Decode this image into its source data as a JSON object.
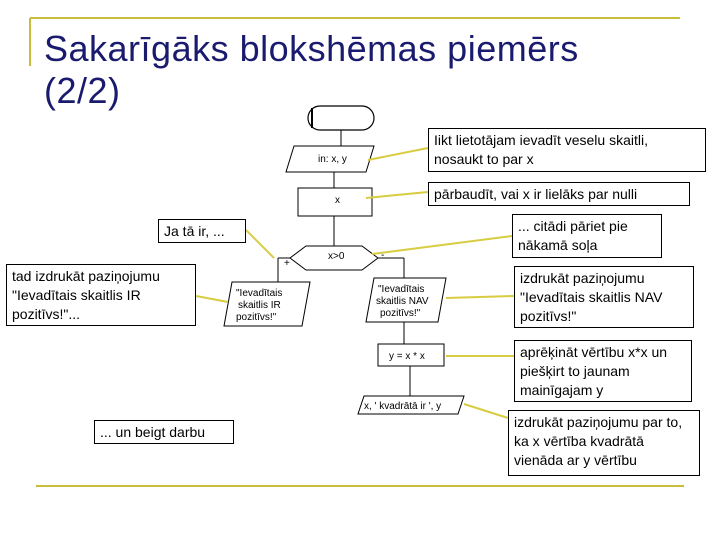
{
  "slide": {
    "title_line1": "Sakarīgāks blokshēmas piemērs",
    "title_line2": "(2/2)"
  },
  "flowchart": {
    "input_label": "in: x, y",
    "x_label": "x",
    "decision_label": "x>0",
    "plus_label": "+",
    "minus_label": "-",
    "left_output_lines": [
      "\"Ievadītais",
      "skaitlis IR",
      "pozitīvs!\""
    ],
    "right_output_lines": [
      "\"Ievadītais",
      "skaitlis NAV",
      "pozitīvs!\""
    ],
    "assign_label": "y = x * x",
    "final_output_label": "x, ' kvadrātā ir ', y"
  },
  "callouts": {
    "input": "Iikt lietotājam ievadīt veselu skaitli, nosaukt to par x",
    "check": "pārbaudīt, vai x ir lielāks par nulli",
    "if_true": "Ja tā ir, ...",
    "else": "... citādi pāriet pie nākamā soļa",
    "print_positive": "tad izdrukāt paziņojumu \"Ievadītais skaitlis IR pozitīvs!\"...",
    "print_not_positive": "izdrukāt paziņojumu \"Ievadītais skaitlis NAV pozitīvs!\"",
    "compute": "aprēķināt vērtību x*x un piešķirt to jaunam mainīgajam y",
    "end": "... un beigt darbu",
    "print_square": "izdrukāt paziņojumu par to, ka x vērtība kvadrātā vienāda ar y vērtību"
  },
  "colors": {
    "accent_lines": "#c9be3c",
    "title": "#1a1a6e",
    "connector": "#d8cc40"
  }
}
